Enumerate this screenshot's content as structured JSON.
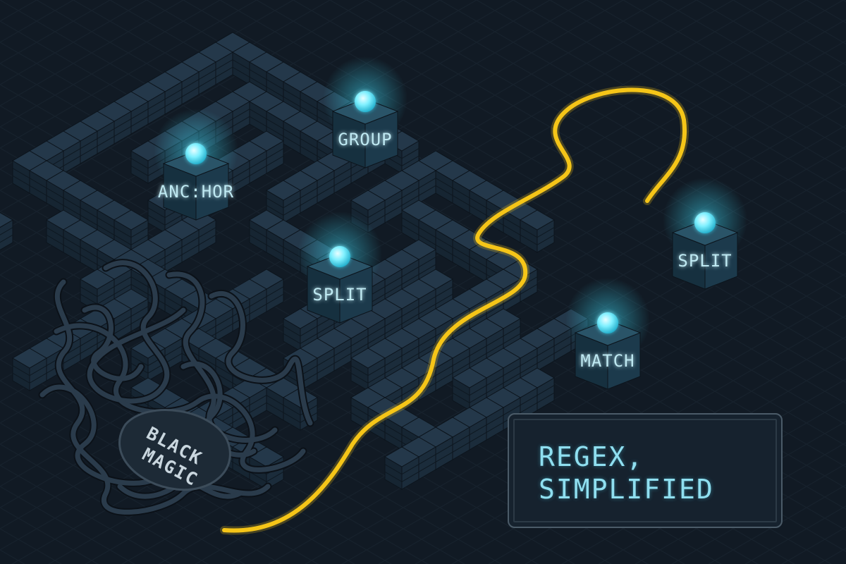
{
  "title_panel": {
    "line1": "REGEX,",
    "line2": "SIMPLIFIED"
  },
  "tangle": {
    "label_line1": "BLACK",
    "label_line2": "MAGIC"
  },
  "nodes": [
    {
      "id": "anchor",
      "label": "ANC:HOR"
    },
    {
      "id": "group",
      "label": "GROUP"
    },
    {
      "id": "split-left",
      "label": "SPLIT"
    },
    {
      "id": "split-right",
      "label": "SPLIT"
    },
    {
      "id": "match",
      "label": "MATCH"
    }
  ],
  "colors": {
    "background": "#111a24",
    "maze_top": "#24384a",
    "maze_side_left": "#162532",
    "maze_side_right": "#1b2c3b",
    "path": "#f5c518",
    "node_glow": "#5fe3f5",
    "panel_text": "#8fdff0"
  }
}
